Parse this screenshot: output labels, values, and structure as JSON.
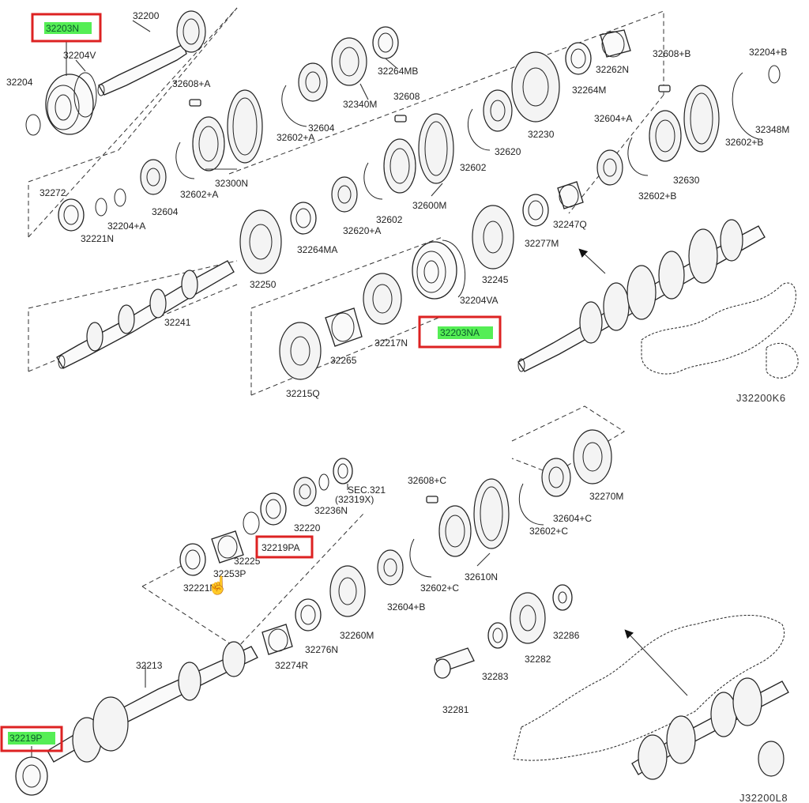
{
  "colors": {
    "highlight_fill": "#55ee55",
    "highlight_border": "#dd2222"
  },
  "top_diagram": {
    "reference": "J32200K6",
    "labels": {
      "l32200": "32200",
      "l32204V": "32204V",
      "l32204": "32204",
      "l32264MB": "32264MB",
      "l32608A": "32608+A",
      "l32340M": "32340M",
      "l32604": "32604",
      "l32602A1": "32602+A",
      "l32300N": "32300N",
      "l32602A2": "32602+A",
      "l32604b": "32604",
      "l32272": "32272",
      "l32221N": "32221N",
      "l32204A": "32204+A",
      "l32608": "32608",
      "l32620": "32620",
      "l32602": "32602",
      "l32230": "32230",
      "l32600M": "32600M",
      "l32602b": "32602",
      "l32620A": "32620+A",
      "l32264MA": "32264MA",
      "l32250": "32250",
      "l32241": "32241",
      "l32262N": "32262N",
      "l32264M": "32264M",
      "l32608B": "32608+B",
      "l32204B": "32204+B",
      "l32604A": "32604+A",
      "l32348M": "32348M",
      "l32602B": "32602+B",
      "l32630": "32630",
      "l32602B2": "32602+B",
      "l32247Q": "32247Q",
      "l32277M": "32277M",
      "l32245": "32245",
      "l32204VA": "32204VA",
      "l32217N": "32217N",
      "l32265": "32265",
      "l32215Q": "32215Q"
    },
    "highlighted": {
      "h1": "32203N",
      "h2": "32203NA"
    }
  },
  "bottom_diagram": {
    "reference": "J32200L8",
    "labels": {
      "l32608C": "32608+C",
      "sec1": "SEC.321",
      "sec2": "(32319X)",
      "l32236N": "32236N",
      "l32220": "32220",
      "l32225": "32225",
      "l32253P": "32253P",
      "l3221NA": "32221NA",
      "l32270M": "32270M",
      "l32604C": "32604+C",
      "l32602C": "32602+C",
      "l32610N": "32610N",
      "l32602C2": "32602+C",
      "l32604B": "32604+B",
      "l32260M": "32260M",
      "l32276N": "32276N",
      "l32274R": "32274R",
      "l32213": "32213",
      "l32286": "32286",
      "l32282": "32282",
      "l32283": "32283",
      "l32281": "32281"
    },
    "highlighted": {
      "h1": "32219PA",
      "h2": "32219P"
    }
  }
}
